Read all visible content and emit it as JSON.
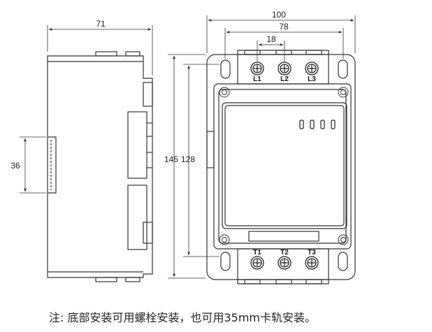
{
  "dimensions": {
    "side_width": "71",
    "side_rail_height": "36",
    "front_width": "100",
    "mount_hole_spacing": "78",
    "terminal_pitch": "18",
    "front_height": "145",
    "mount_hole_height": "128"
  },
  "terminals": {
    "top": [
      "L1",
      "L2",
      "L3"
    ],
    "bottom": [
      "T1",
      "T2",
      "T3"
    ]
  },
  "caption": "注: 底部安装可用螺栓安装，也可用35mm卡轨安装。",
  "colors": {
    "line": "#333333",
    "background": "#ffffff"
  }
}
